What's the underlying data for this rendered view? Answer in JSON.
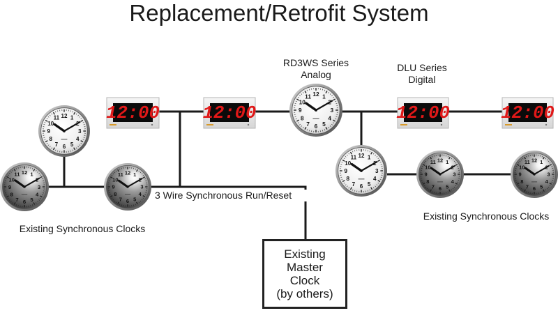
{
  "title": "Replacement/Retrofit System",
  "labels": {
    "rd3ws_line1": "RD3WS Series",
    "rd3ws_line2": "Analog",
    "dlu_line1": "DLU Series",
    "dlu_line2": "Digital",
    "wire": "3 Wire Synchronous Run/Reset",
    "existing_left": "Existing Synchronous Clocks",
    "existing_right": "Existing Synchronous Clocks"
  },
  "master": {
    "line1": "Existing",
    "line2": "Master",
    "line3": "Clock",
    "line4": "(by others)"
  },
  "digital_display": "12:00",
  "colors": {
    "line": "#1a1a1a",
    "led": "#e01818",
    "display_bg": "#0a0a0a",
    "housing": "#e9e9e9"
  }
}
